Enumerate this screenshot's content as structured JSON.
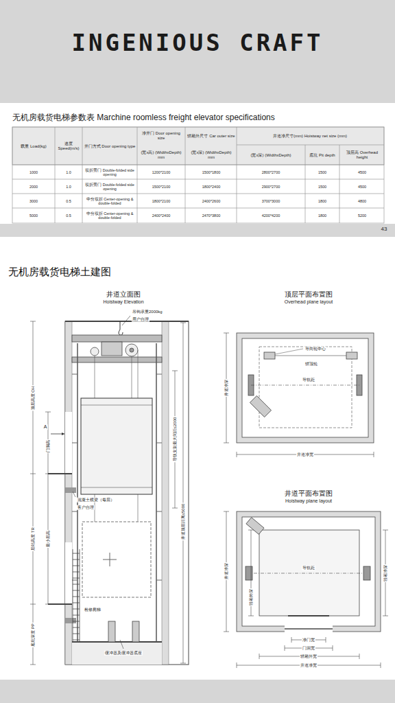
{
  "diagram": {
    "title": "INGENIOUS CRAFT",
    "labels": [
      "无机房载货电梯参数表 Marchine roomless freight elevator specifications",
      "载重 Load(kg)",
      "速度 Speed(m/s)",
      "开门方式 Door opening type",
      "净开门 Door opening size",
      "(宽x高) (WidthxDepth) mm",
      "轿厢外尺寸 Car outer size",
      "(宽x深) (WidthxDepth) mm",
      "井道净尺寸(mm) Hoistway net size (mm)",
      "(宽x深) (WidthxDepth)",
      "底坑 Pit depth",
      "顶层高 Overhead height",
      "1000",
      "1.0",
      "双折旁门 Double-folded side opening",
      "1200*2100",
      "1500*1800",
      "2800*2700",
      "1500",
      "4500",
      "2000",
      "1.0",
      "双折旁门 Double-folded side opening",
      "1500*2100",
      "1800*2400",
      "2900*2700",
      "1500",
      "4500",
      "3000",
      "0.5",
      "中分双折 Center-opening & double-folded",
      "1800*2100",
      "2400*2600",
      "3700*3000",
      "1800",
      "4800",
      "5000",
      "0.5",
      "中分双折 Center-opening & double-folded",
      "2400*2400",
      "2470*3800",
      "4200*4200",
      "1800",
      "5200",
      "43",
      "无机房载货电梯土建图",
      "井道立面图",
      "Hoistway Elevation",
      "顶层平面布置图",
      "Overhead plane layout",
      "吊钩承重2000kg",
      "用户自理",
      "顶层高度 OH",
      "A",
      "门洞高",
      "层站高度 TR",
      "最小层高",
      "底坑深度 PP",
      "混凝土横梁（每层）",
      "客户自理",
      "检修爬梯",
      "缓冲器及缓冲器底座",
      "导轨支架最大间距≤2000",
      "井道顶层距离≤5000",
      "导向轮中心",
      "轿顶轮",
      "导轨距",
      "井道净深",
      "井道净宽",
      "井道平面布置图",
      "Hoistway plane layout",
      "井道净深",
      "轿厢外深",
      "导轨距",
      "轿厢净深",
      "净门宽",
      "门洞宽",
      "轿厢外宽",
      "井道净宽"
    ]
  }
}
